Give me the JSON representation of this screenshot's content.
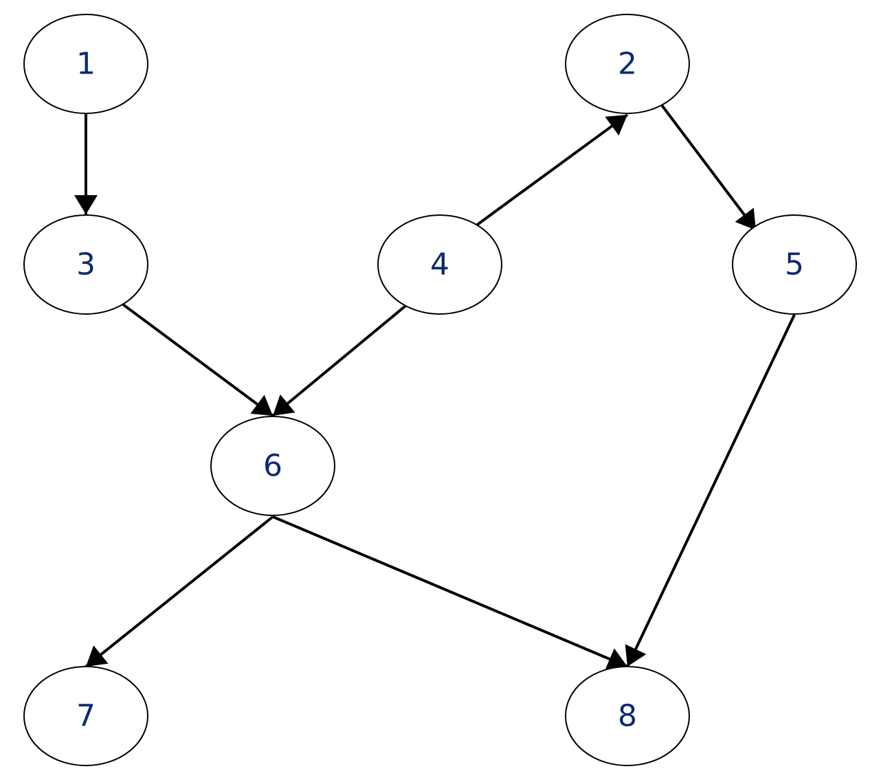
{
  "diagram": {
    "type": "directed-graph",
    "nodes": [
      {
        "id": "1",
        "label": "1"
      },
      {
        "id": "2",
        "label": "2"
      },
      {
        "id": "3",
        "label": "3"
      },
      {
        "id": "4",
        "label": "4"
      },
      {
        "id": "5",
        "label": "5"
      },
      {
        "id": "6",
        "label": "6"
      },
      {
        "id": "7",
        "label": "7"
      },
      {
        "id": "8",
        "label": "8"
      }
    ],
    "edges": [
      {
        "from": "1",
        "to": "3"
      },
      {
        "from": "4",
        "to": "2"
      },
      {
        "from": "2",
        "to": "5"
      },
      {
        "from": "3",
        "to": "6"
      },
      {
        "from": "4",
        "to": "6"
      },
      {
        "from": "5",
        "to": "8"
      },
      {
        "from": "6",
        "to": "7"
      },
      {
        "from": "6",
        "to": "8"
      }
    ],
    "colors": {
      "node_fill": "#ffffff",
      "node_stroke": "#000000",
      "label_color": "#0b2a6f",
      "edge_color": "#000000"
    }
  }
}
